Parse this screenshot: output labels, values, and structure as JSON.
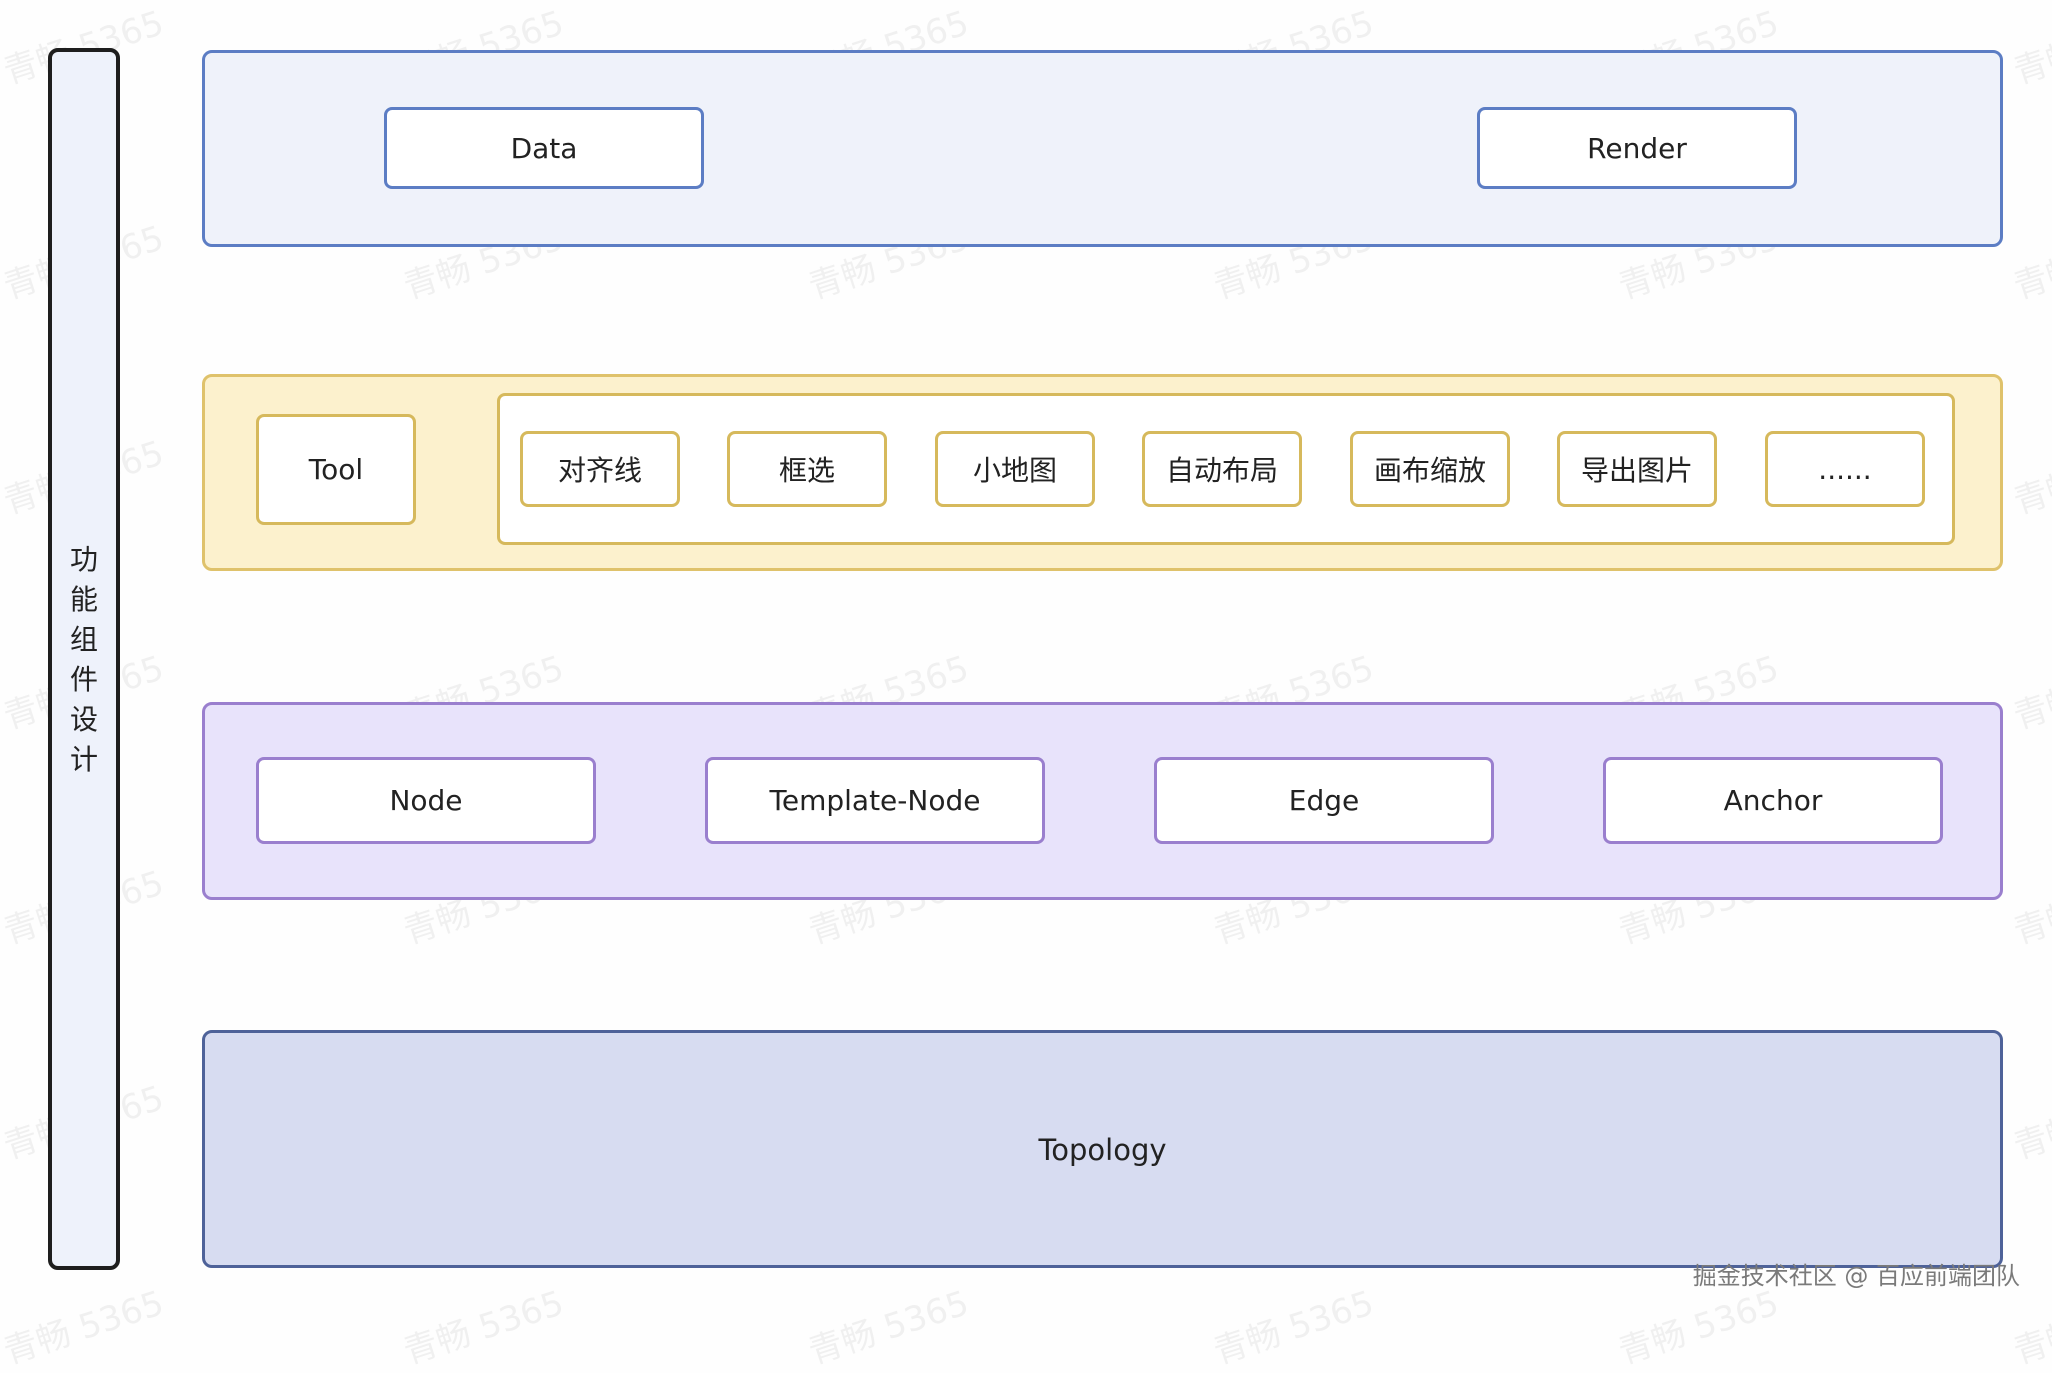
{
  "sidebar": {
    "chars": [
      "功",
      "能",
      "组",
      "件",
      "设",
      "计"
    ]
  },
  "layers": {
    "data_layer": {
      "data_label": "Data",
      "render_label": "Render"
    },
    "tool_layer": {
      "tool_label": "Tool",
      "tools": [
        "对齐线",
        "框选",
        "小地图",
        "自动布局",
        "画布缩放",
        "导出图片",
        "......"
      ]
    },
    "element_layer": {
      "items": [
        "Node",
        "Template-Node",
        "Edge",
        "Anchor"
      ]
    },
    "base_layer": {
      "label": "Topology"
    }
  },
  "watermark": "青畅 5365",
  "footer": "掘金技术社区 @ 百应前端团队",
  "colors": {
    "data_layer_border": "#5c7dc4",
    "tool_layer_border": "#dfc26b",
    "element_layer_border": "#9a7fce",
    "base_layer_border": "#4e6299"
  }
}
